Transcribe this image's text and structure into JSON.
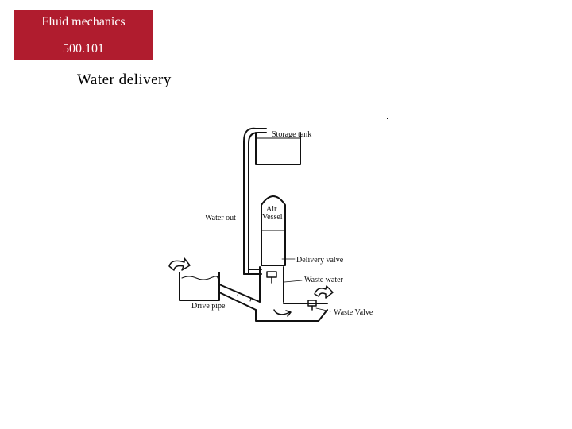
{
  "header": {
    "course_name": "Fluid mechanics",
    "course_code": "500.101"
  },
  "slide": {
    "title": "Water delivery"
  },
  "diagram": {
    "labels": {
      "storage_tank": "Storage tank",
      "air_vessel_line1": "Air",
      "air_vessel_line2": "Vessel",
      "water_out": "Water out",
      "delivery_valve": "Delivery valve",
      "waste_water": "Waste water",
      "drive_pipe": "Drive pipe",
      "waste_valve": "Waste Valve"
    }
  },
  "colors": {
    "header_bg": "#b01c2e",
    "header_text": "#ffffff",
    "line": "#111111"
  }
}
